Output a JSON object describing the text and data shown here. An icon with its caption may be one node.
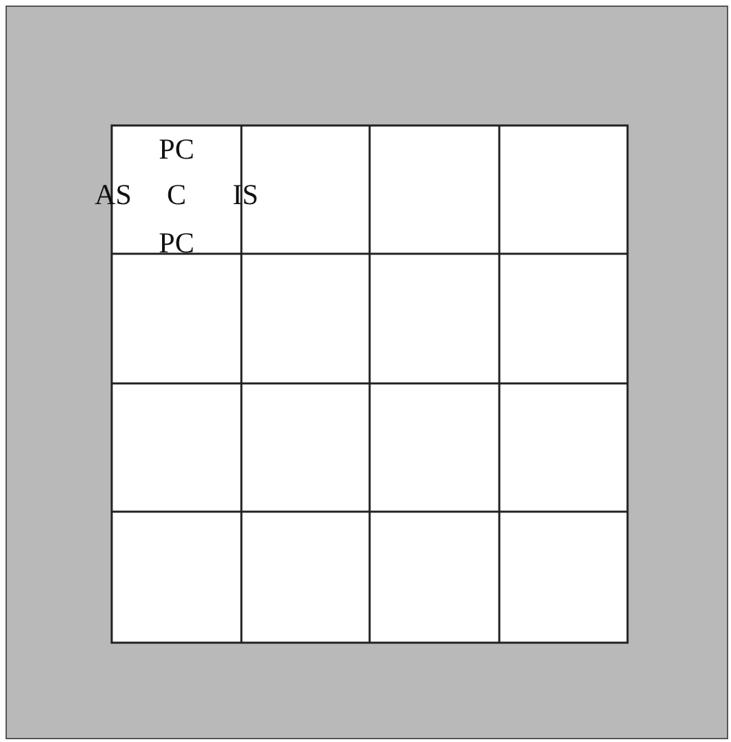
{
  "diagram": {
    "labels": [
      "PC",
      "AS",
      "C",
      "IS",
      "PC"
    ]
  }
}
